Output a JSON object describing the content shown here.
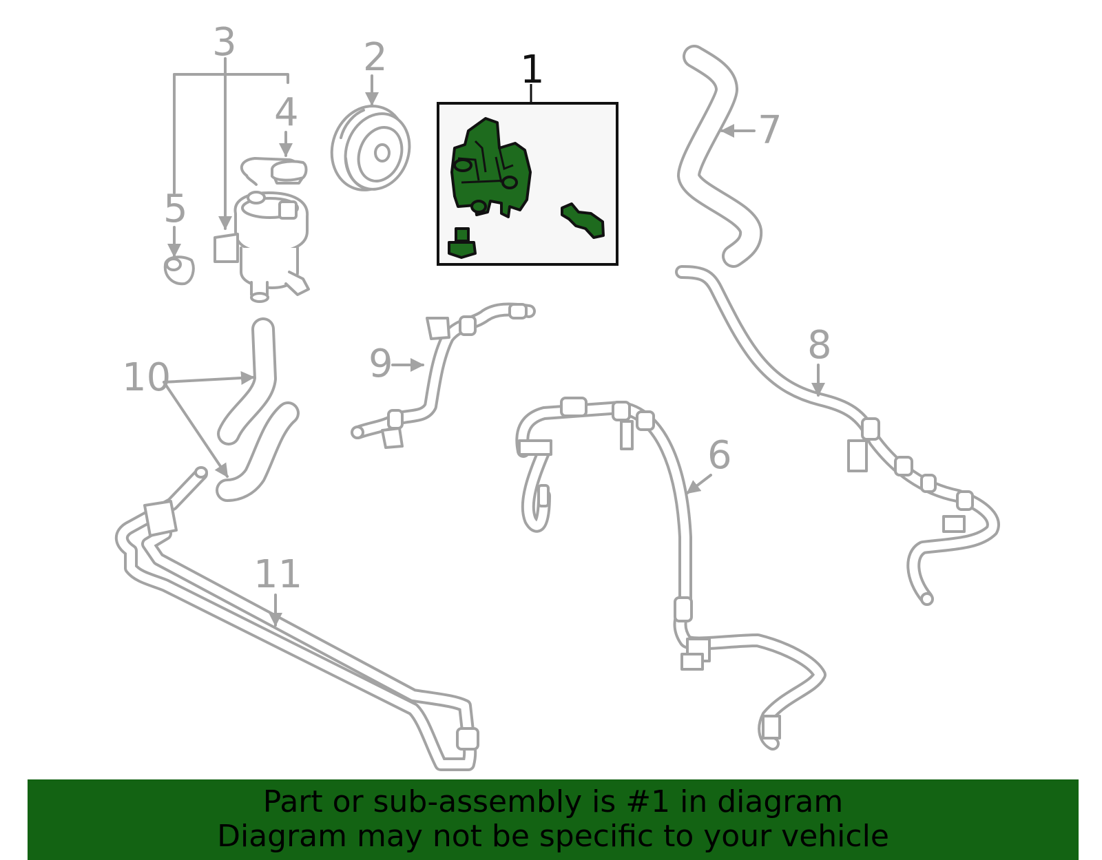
{
  "callouts": {
    "c1": "1",
    "c2": "2",
    "c3": "3",
    "c4": "4",
    "c5": "5",
    "c6": "6",
    "c7": "7",
    "c8": "8",
    "c9": "9",
    "c10": "10",
    "c11": "11"
  },
  "banner": {
    "line1": "Part or sub-assembly is #1 in diagram",
    "line2": "Diagram may not be specific to your vehicle"
  },
  "colors": {
    "highlight_fill": "#1e6b1e",
    "banner_bg": "#136313",
    "line_gray": "#a3a3a3"
  }
}
